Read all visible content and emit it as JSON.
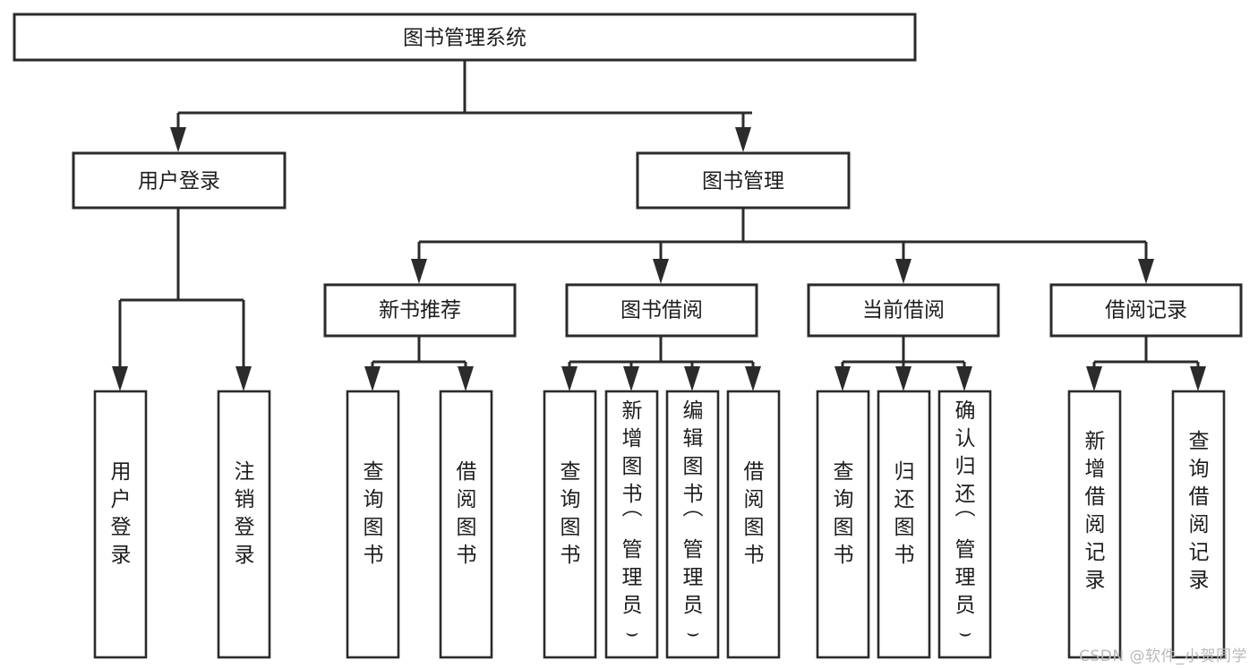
{
  "diagram": {
    "title": "图书管理系统",
    "type": "tree-hierarchy",
    "watermark": "CSDN @软件_小贺同学",
    "colors": {
      "background": "#ffffff",
      "box_stroke": "#2b2b2b",
      "box_fill": "#ffffff",
      "text": "#1d1d1d",
      "connector": "#2b2b2b",
      "watermark_text": "#b9b9b9"
    },
    "root": {
      "label": "图书管理系统"
    },
    "level2": [
      {
        "label": "用户登录"
      },
      {
        "label": "图书管理"
      }
    ],
    "level3": [
      {
        "label": "新书推荐"
      },
      {
        "label": "图书借阅"
      },
      {
        "label": "当前借阅"
      },
      {
        "label": "借阅记录"
      }
    ],
    "leaves": {
      "user_login": [
        {
          "label": "用户登录"
        },
        {
          "label": "注销登录"
        }
      ],
      "new_book_recommend": [
        {
          "label": "查询图书"
        },
        {
          "label": "借阅图书"
        }
      ],
      "book_borrow": [
        {
          "label": "查询图书"
        },
        {
          "label": "新增图书（管理员）"
        },
        {
          "label": "编辑图书（管理员）"
        },
        {
          "label": "借阅图书"
        }
      ],
      "current_borrow": [
        {
          "label": "查询图书"
        },
        {
          "label": "归还图书"
        },
        {
          "label": "确认归还（管理员）"
        }
      ],
      "borrow_record": [
        {
          "label": "新增借阅记录"
        },
        {
          "label": "查询借阅记录"
        }
      ]
    }
  }
}
